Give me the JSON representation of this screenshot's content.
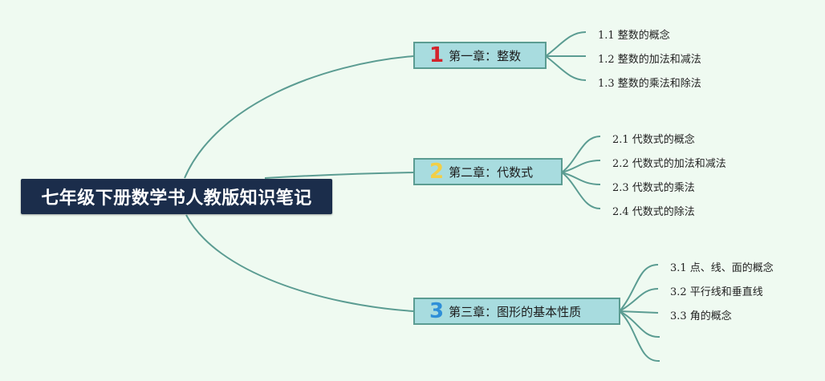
{
  "colors": {
    "background": "#effaf1",
    "root_fill": "#1b2d4b",
    "chapter_fill": "#a8dcdf",
    "chapter_border": "#5b9c92",
    "line": "#5b9c92",
    "num1": "#d3242c",
    "num2": "#f2cf47",
    "num3": "#2f8fd8"
  },
  "root": {
    "title": "七年级下册数学书人教版知识笔记"
  },
  "chapters": [
    {
      "num": "1",
      "title": "第一章：整数",
      "items": [
        "1.1 整数的概念",
        "1.2 整数的加法和减法",
        "1.3 整数的乘法和除法"
      ]
    },
    {
      "num": "2",
      "title": "第二章：代数式",
      "items": [
        "2.1 代数式的概念",
        "2.2 代数式的加法和减法",
        "2.3 代数式的乘法",
        "2.4 代数式的除法"
      ]
    },
    {
      "num": "3",
      "title": "第三章：图形的基本性质",
      "items": [
        "3.1 点、线、面的概念",
        "3.2 平行线和垂直线",
        "3.3 角的概念",
        "",
        ""
      ]
    }
  ]
}
